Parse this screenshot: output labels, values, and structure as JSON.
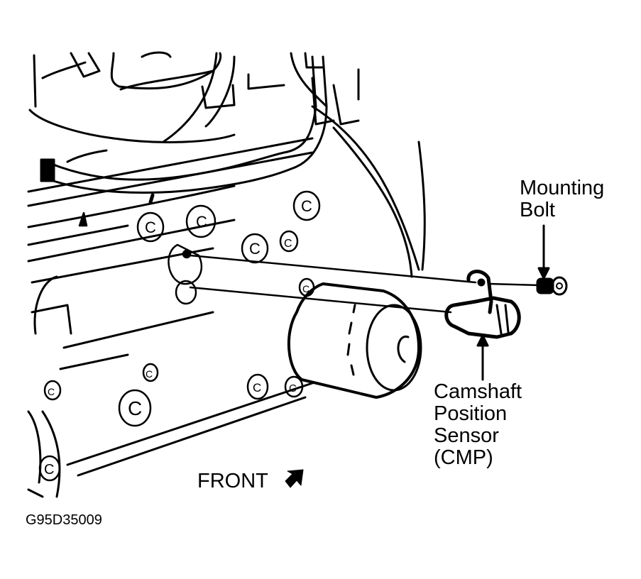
{
  "figure": {
    "code": "G95D35009",
    "front_label": "FRONT",
    "front_icon": "arrow-icon",
    "colors": {
      "ink": "#000000",
      "paper": "#ffffff"
    }
  },
  "callouts": {
    "mounting_bolt": {
      "line1": "Mounting",
      "line2": "Bolt"
    },
    "sensor": {
      "line1": "Camshaft",
      "line2": "Position",
      "line3": "Sensor",
      "line4": "(CMP)"
    }
  },
  "bosses": [
    "C",
    "C",
    "C",
    "C",
    "C",
    "C",
    "C",
    "C",
    "C",
    "C",
    "C",
    "C"
  ]
}
